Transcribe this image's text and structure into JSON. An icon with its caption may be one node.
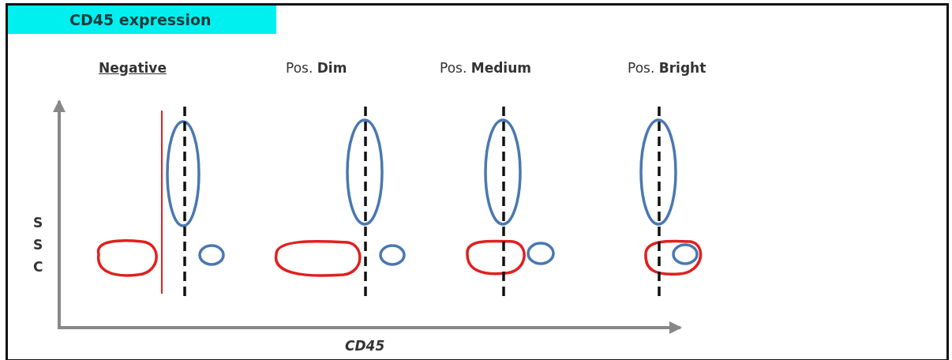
{
  "diagram": {
    "title": "CD45 expression",
    "labels": [
      "Negative",
      "Pos. **Dim**",
      "Pos. **Medium**",
      "Pos. **Bright**",
      "SSC",
      "CD45"
    ]
  }
}
